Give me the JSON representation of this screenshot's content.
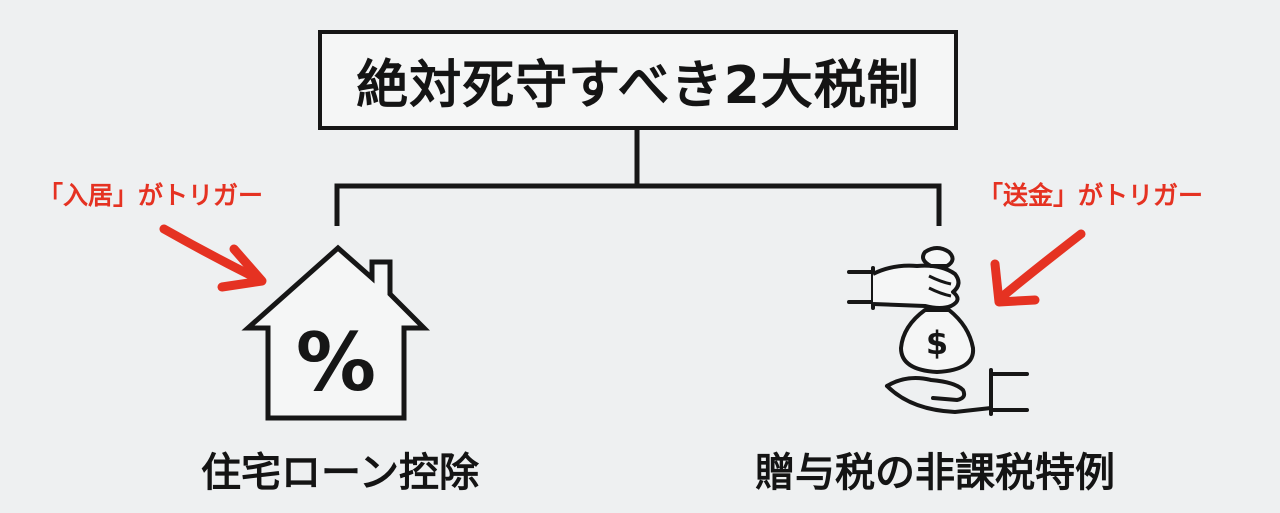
{
  "title": "絶対死守すべき2大税制",
  "left": {
    "trigger": "「入居」がトリガー",
    "label": "住宅ローン控除",
    "icon_symbol": "%"
  },
  "right": {
    "trigger": "「送金」がトリガー",
    "label": "贈与税の非課税特例",
    "icon_symbol": "$"
  },
  "colors": {
    "accent": "#e53222",
    "ink": "#161616",
    "background": "#eef0f1"
  },
  "icons": {
    "left": "house-percent-icon",
    "right": "money-bag-transfer-icon"
  }
}
